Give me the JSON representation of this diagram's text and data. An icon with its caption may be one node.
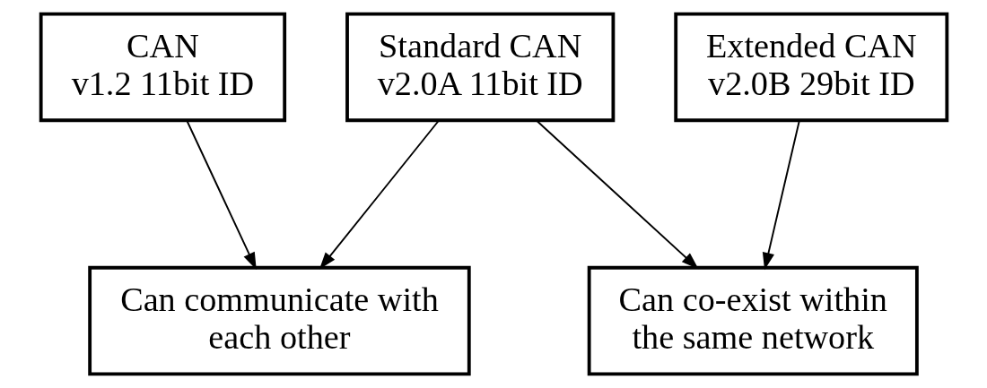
{
  "diagram": {
    "nodes": [
      {
        "text": [
          "CAN",
          "v1.2 11bit ID"
        ]
      },
      {
        "text": [
          "Standard CAN",
          "v2.0A 11bit ID"
        ]
      },
      {
        "text": [
          "Extended CAN",
          "v2.0B 29bit ID"
        ]
      },
      {
        "text": [
          "Can communicate with each other"
        ]
      },
      {
        "text": [
          "Can co-exist within the same network"
        ]
      }
    ],
    "edges": [
      {
        "from": 0,
        "to": 3,
        "arrow": "to"
      },
      {
        "from": 1,
        "to": 3,
        "arrow": "to"
      },
      {
        "from": 1,
        "to": 4,
        "arrow": "to"
      },
      {
        "from": 2,
        "to": 4,
        "arrow": "to"
      }
    ]
  }
}
